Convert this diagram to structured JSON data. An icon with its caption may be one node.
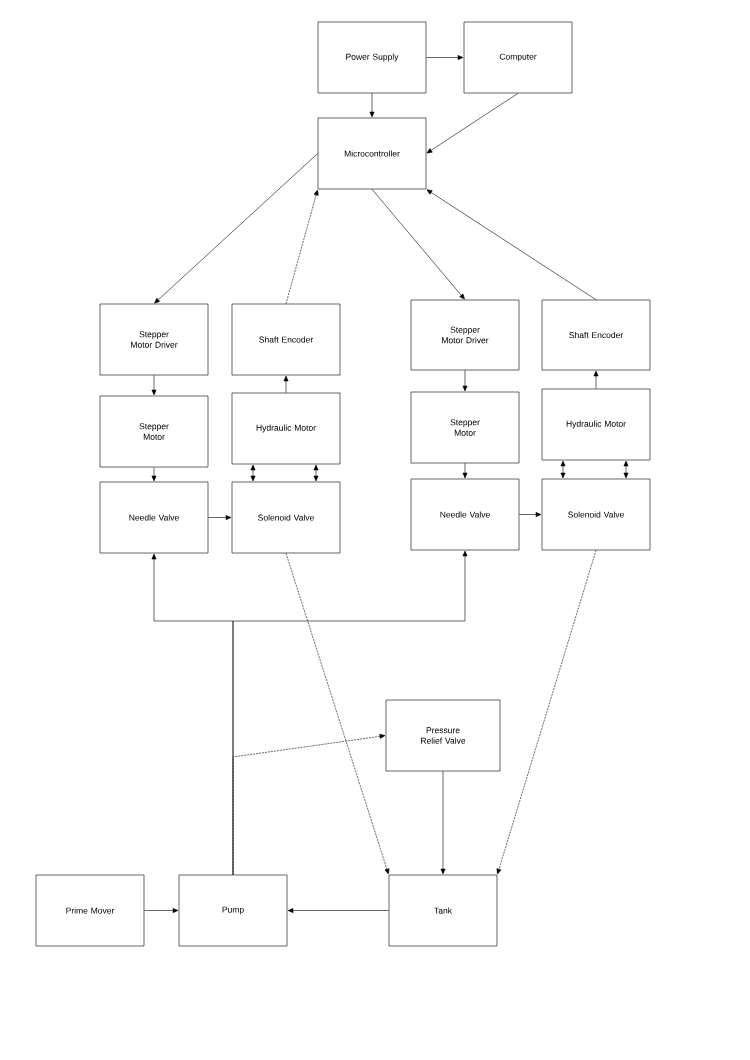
{
  "diagram": {
    "nodes": [
      {
        "text": [
          "Power Supply"
        ]
      },
      {
        "text": [
          "Computer"
        ]
      },
      {
        "text": [
          "Microcontroller"
        ]
      },
      {
        "text": [
          "Stepper Motor Driver"
        ]
      },
      {
        "text": [
          "Shaft Encoder"
        ]
      },
      {
        "text": [
          "Stepper Motor"
        ]
      },
      {
        "text": [
          "Hydraulic Motor"
        ]
      },
      {
        "text": [
          "Needle Valve"
        ]
      },
      {
        "text": [
          "Solenoid Valve"
        ]
      },
      {
        "text": [
          "Stepper Motor Driver"
        ]
      },
      {
        "text": [
          "Shaft Encoder"
        ]
      },
      {
        "text": [
          "Stepper Motor"
        ]
      },
      {
        "text": [
          "Hydraulic Motor"
        ]
      },
      {
        "text": [
          "Needle Valve"
        ]
      },
      {
        "text": [
          "Solenoid Valve"
        ]
      },
      {
        "text": [
          "Pressure Relief Valve"
        ]
      },
      {
        "text": [
          "Prime Mover"
        ]
      },
      {
        "text": [
          "Pump"
        ]
      },
      {
        "text": [
          "Tank"
        ]
      }
    ],
    "edges": [
      {
        "from": 0,
        "to": 1,
        "arrow": "to"
      },
      {
        "from": 0,
        "to": 2,
        "arrow": "to"
      },
      {
        "from": 1,
        "to": 2,
        "arrow": "to"
      },
      {
        "from": 2,
        "to": 3,
        "arrow": "to"
      },
      {
        "from": 4,
        "to": 2,
        "arrow": "to",
        "style": "dashed"
      },
      {
        "from": 2,
        "to": 9,
        "arrow": "to"
      },
      {
        "from": 10,
        "to": 2,
        "arrow": "to"
      },
      {
        "from": 3,
        "to": 5,
        "arrow": "to"
      },
      {
        "from": 5,
        "to": 7,
        "arrow": "to"
      },
      {
        "from": 6,
        "to": 4,
        "arrow": "to"
      },
      {
        "from": 7,
        "to": 8,
        "arrow": "to"
      },
      {
        "from": 6,
        "to": 8,
        "arrow": "both"
      },
      {
        "from": 6,
        "to": 8,
        "arrow": "both"
      },
      {
        "from": 9,
        "to": 11,
        "arrow": "to"
      },
      {
        "from": 11,
        "to": 13,
        "arrow": "to"
      },
      {
        "from": 12,
        "to": 10,
        "arrow": "to"
      },
      {
        "from": 13,
        "to": 14,
        "arrow": "to"
      },
      {
        "from": 12,
        "to": 14,
        "arrow": "both"
      },
      {
        "from": 12,
        "to": 14,
        "arrow": "both"
      },
      {
        "from": 17,
        "to": 7,
        "arrow": "to"
      },
      {
        "from": 17,
        "to": 13,
        "arrow": "to"
      },
      {
        "from": 17,
        "to": 15,
        "arrow": "to",
        "style": "dashed"
      },
      {
        "from": 8,
        "to": 18,
        "arrow": "to",
        "style": "dashed"
      },
      {
        "from": 15,
        "to": 18,
        "arrow": "to"
      },
      {
        "from": 14,
        "to": 18,
        "arrow": "to",
        "style": "dashed"
      },
      {
        "from": 18,
        "to": 17,
        "arrow": "to"
      },
      {
        "from": 16,
        "to": 17,
        "arrow": "to"
      }
    ]
  }
}
